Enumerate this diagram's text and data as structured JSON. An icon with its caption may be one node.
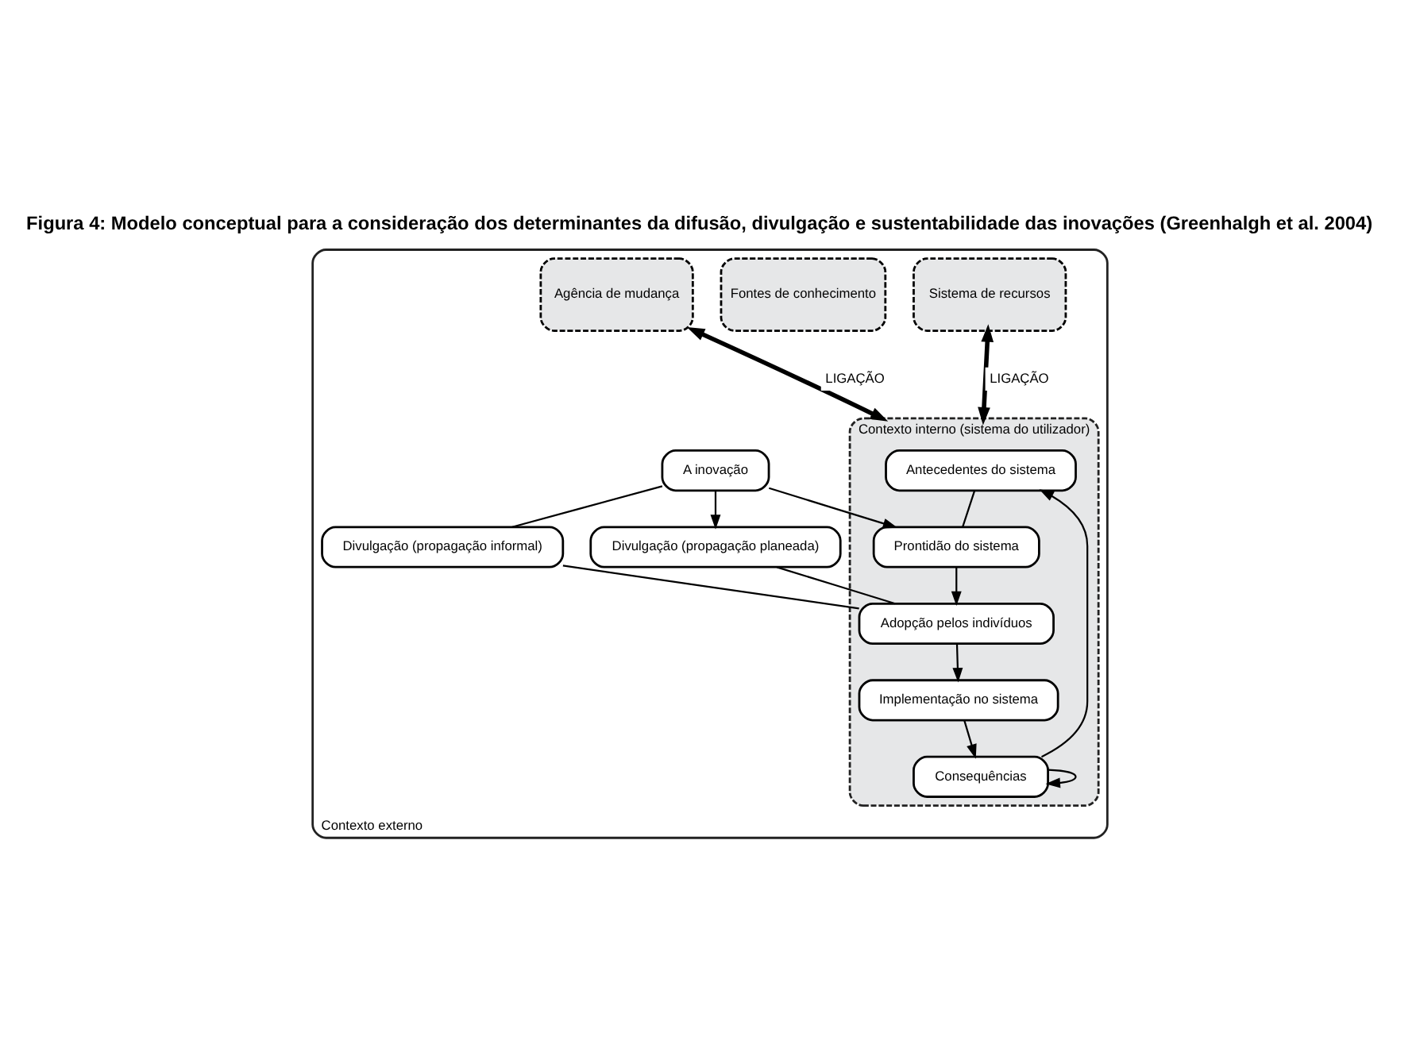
{
  "diagram": {
    "title": "Figura 4: Modelo conceptual para a consideração dos determinantes da difusão, divulgação e sustentabilidade das inovações (Greenhalgh et al. 2004)",
    "nodes": [
      {
        "text": [
          "Contexto externo"
        ]
      },
      {
        "text": [
          "Sistema de recursos"
        ],
        "in": 0
      },
      {
        "text": [
          "Fontes de conhecimento"
        ],
        "in": 0
      },
      {
        "text": [
          "Agência de mudança"
        ],
        "in": 0
      },
      {
        "text": [
          "Contexto interno (sistema do utilizador)"
        ],
        "in": 0
      },
      {
        "text": [
          "A inovação"
        ],
        "in": 0
      },
      {
        "text": [
          "Divulgação (propagação informal)"
        ],
        "in": 0
      },
      {
        "text": [
          "Divulgação (propagação planeada)"
        ],
        "in": 0
      },
      {
        "text": [
          "Antecedentes do sistema"
        ],
        "in": 4
      },
      {
        "text": [
          "Prontidão do sistema"
        ],
        "in": 4
      },
      {
        "text": [
          "Adopção pelos indivíduos"
        ],
        "in": 4
      },
      {
        "text": [
          "Implementação no sistema"
        ],
        "in": 4
      },
      {
        "text": [
          "Consequências"
        ],
        "in": 4
      }
    ],
    "edges": [
      {
        "from": 1,
        "to": 4,
        "arrow": "both",
        "label": "LIGAÇÃO",
        "style": "thick"
      },
      {
        "from": 5,
        "to": 9,
        "arrow": "to"
      },
      {
        "from": 8,
        "to": 9,
        "arrow": "none"
      },
      {
        "from": 5,
        "to": 7,
        "arrow": "to"
      },
      {
        "from": 5,
        "to": 6,
        "arrow": "none"
      },
      {
        "from": 6,
        "to": 10,
        "arrow": "none"
      },
      {
        "from": 7,
        "to": 10,
        "arrow": "none"
      },
      {
        "from": 9,
        "to": 10,
        "arrow": "to"
      },
      {
        "from": 10,
        "to": 11,
        "arrow": "to"
      },
      {
        "from": 11,
        "to": 12,
        "arrow": "to"
      },
      {
        "from": 12,
        "to": 8,
        "arrow": "to"
      },
      {
        "from": 12,
        "to": 12,
        "arrow": "to"
      },
      {
        "from": 3,
        "to": 4,
        "arrow": "both",
        "label": "LIGAÇÃO",
        "style": "thick"
      }
    ]
  }
}
